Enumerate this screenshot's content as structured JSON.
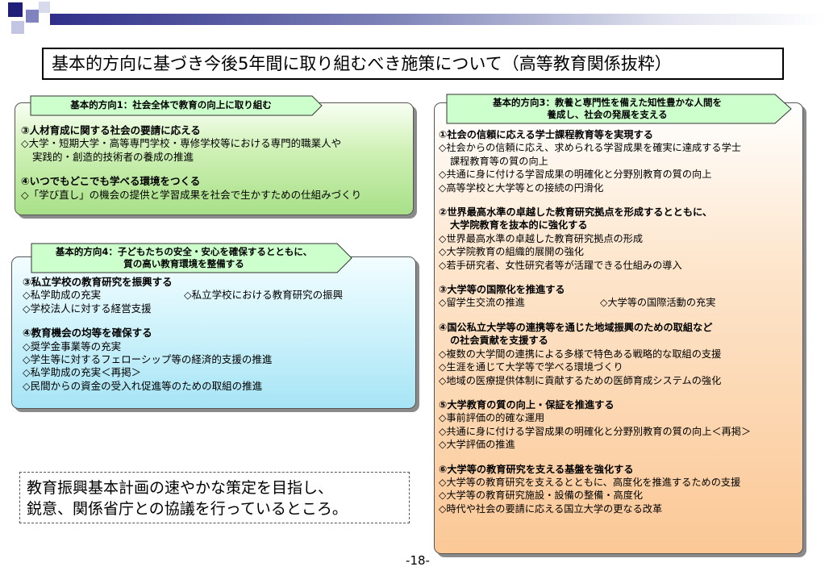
{
  "title": "基本的方向に基づき今後5年間に取り組むべき施策について（高等教育関係抜粋）",
  "colors": {
    "header_bar_dark": "#2f2f8a",
    "green_panel": "#b7e69a",
    "blue_panel": "#b8ecf8",
    "orange_panel": "#fcd3a9",
    "arrow_fill": "#ccffcc"
  },
  "panel1": {
    "label": "基本的方向1：社会全体で教育の向上に取り組む",
    "s1_head": "③人材育成に関する社会の要請に応える",
    "s1_l1": "◇大学・短期大学・高等専門学校・専修学校等における専門的職業人や",
    "s1_l2": "実践的・創造的技術者の養成の推進",
    "s2_head": "④いつでもどこでも学べる環境をつくる",
    "s2_l1": "◇「学び直し」の機会の提供と学習成果を社会で生かすための仕組みづくり"
  },
  "panel2": {
    "label_l1": "基本的方向4：子どもたちの安全・安心を確保するとともに、",
    "label_l2": "質の高い教育環境を整備する",
    "s1_head": "③私立学校の教育研究を振興する",
    "s1_l1a": "◇私学助成の充実",
    "s1_l1b": "◇私立学校における教育研究の振興",
    "s1_l2": "◇学校法人に対する経営支援",
    "s2_head": "④教育機会の均等を確保する",
    "s2_l1": "◇奨学金事業等の充実",
    "s2_l2": "◇学生等に対するフェローシップ等の経済的支援の推進",
    "s2_l3": "◇私学助成の充実＜再掲＞",
    "s2_l4": "◇民間からの資金の受入れ促進等のための取組の推進"
  },
  "panel3": {
    "label_l1": "基本的方向3：教養と専門性を備えた知性豊かな人間を",
    "label_l2": "養成し、社会の発展を支える",
    "s1_head": "①社会の信頼に応える学士課程教育等を実現する",
    "s1_l1": "◇社会からの信頼に応え、求められる学習成果を確実に達成する学士",
    "s1_l2": "課程教育等の質の向上",
    "s1_l3": "◇共通に身に付ける学習成果の明確化と分野別教育の質の向上",
    "s1_l4": "◇高等学校と大学等との接続の円滑化",
    "s2_head1": "②世界最高水準の卓越した教育研究拠点を形成するとともに、",
    "s2_head2": "大学院教育を抜本的に強化する",
    "s2_l1": "◇世界最高水準の卓越した教育研究拠点の形成",
    "s2_l2": "◇大学院教育の組織的展開の強化",
    "s2_l3": "◇若手研究者、女性研究者等が活躍できる仕組みの導入",
    "s3_head": "③大学等の国際化を推進する",
    "s3_l1a": "◇留学生交流の推進",
    "s3_l1b": "◇大学等の国際活動の充実",
    "s4_head1": "④国公私立大学等の連携等を通じた地域振興のための取組など",
    "s4_head2": "の社会貢献を支援する",
    "s4_l1": "◇複数の大学間の連携による多様で特色ある戦略的な取組の支援",
    "s4_l2": "◇生涯を通じて大学等で学べる環境づくり",
    "s4_l3": "◇地域の医療提供体制に貢献するための医師育成システムの強化",
    "s5_head": "⑤大学教育の質の向上・保証を推進する",
    "s5_l1": "◇事前評価の的確な運用",
    "s5_l2": "◇共通に身に付ける学習成果の明確化と分野別教育の質の向上＜再掲＞",
    "s5_l3": "◇大学評価の推進",
    "s6_head": "⑥大学等の教育研究を支える基盤を強化する",
    "s6_l1": "◇大学等の教育研究を支えるとともに、高度化を推進するための支援",
    "s6_l2": "◇大学等の教育研究施設・設備の整備・高度化",
    "s6_l3": "◇時代や社会の要請に応える国立大学の更なる改革"
  },
  "memo": {
    "l1": "教育振興基本計画の速やかな策定を目指し、",
    "l2": "鋭意、関係省庁との協議を行っているところ。"
  },
  "page_number": "-18-"
}
